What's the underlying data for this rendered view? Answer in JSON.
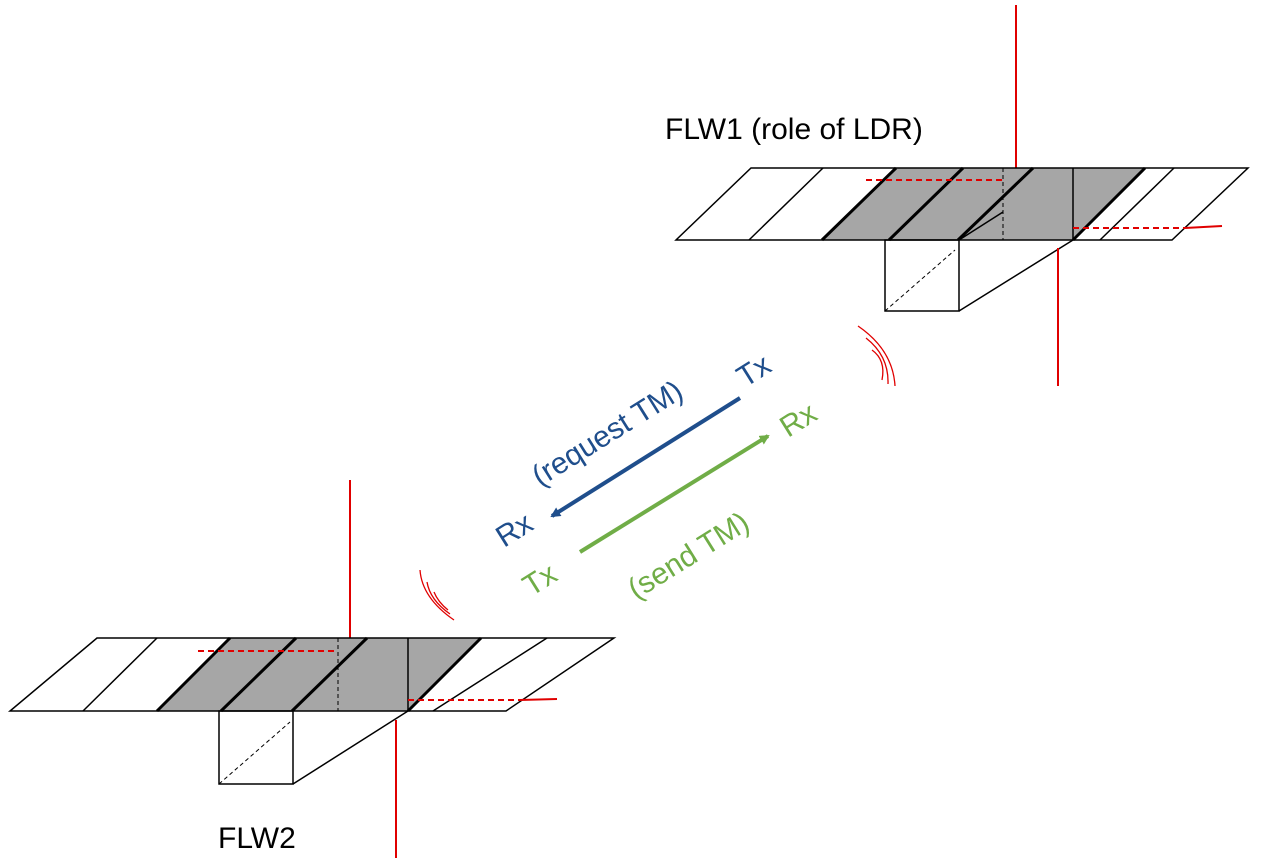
{
  "satellites": {
    "flw1": {
      "label": "FLW1 (role of LDR)"
    },
    "flw2": {
      "label": "FLW2"
    }
  },
  "links": {
    "request": {
      "tx": "Tx",
      "rx": "Rx",
      "caption": "(request TM)",
      "color": "#1f4e8c"
    },
    "send": {
      "tx": "Tx",
      "rx": "Rx",
      "caption": "(send TM)",
      "color": "#70ad47"
    }
  },
  "colors": {
    "panel_outline": "#000000",
    "center_panel_fill": "#a6a6a6",
    "axis": "#e00000",
    "signal_waves": "#e00000"
  }
}
